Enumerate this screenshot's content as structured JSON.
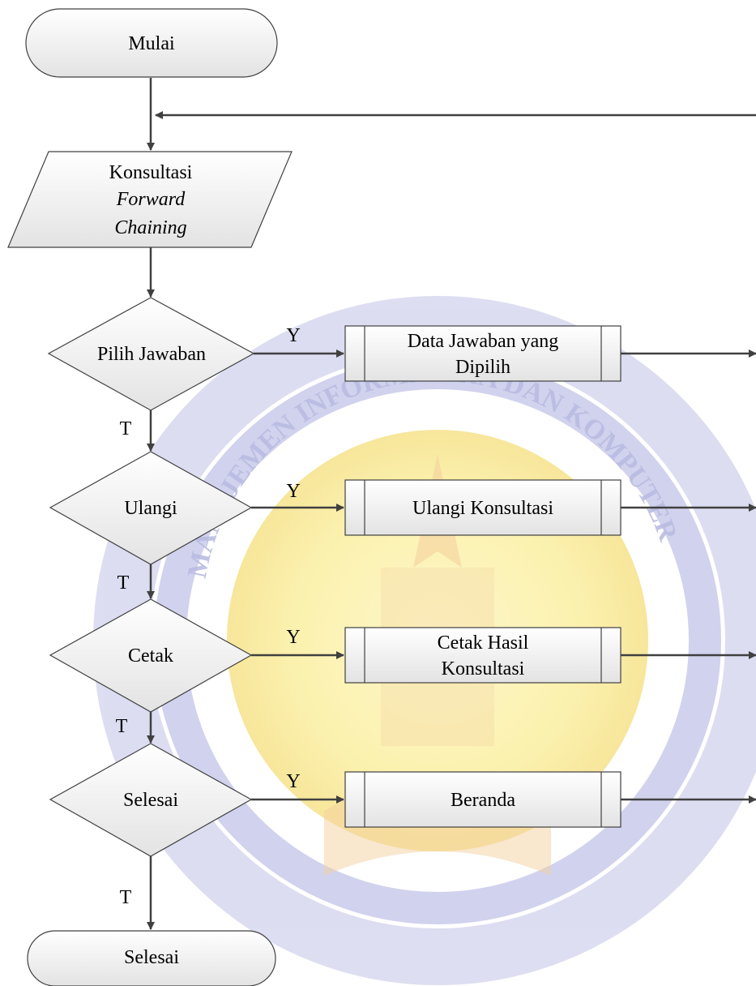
{
  "watermark": {
    "description_icon": "university-seal-watermark",
    "text": "MANAJEMEN INFORMATIKA DAN KOMPUTER"
  },
  "nodes": {
    "start": "Mulai",
    "input": [
      "Konsultasi",
      "Forward",
      "Chaining"
    ],
    "decision_1": "Pilih Jawaban",
    "process_1": [
      "Data Jawaban yang",
      "Dipilih"
    ],
    "decision_2": "Ulangi",
    "process_2": "Ulangi Konsultasi",
    "decision_3": "Cetak",
    "process_3": [
      "Cetak Hasil",
      "Konsultasi"
    ],
    "decision_4": "Selesai",
    "process_4": "Beranda",
    "end": "Selesai"
  },
  "edge_labels": {
    "yes": "Y",
    "no": "T"
  },
  "colors": {
    "stroke": "#404040",
    "fill_top": "#ffffff",
    "fill_bottom": "#e3e3e3",
    "watermark_blue": "#c9cbea",
    "watermark_yellow": "#fbf0a6"
  }
}
